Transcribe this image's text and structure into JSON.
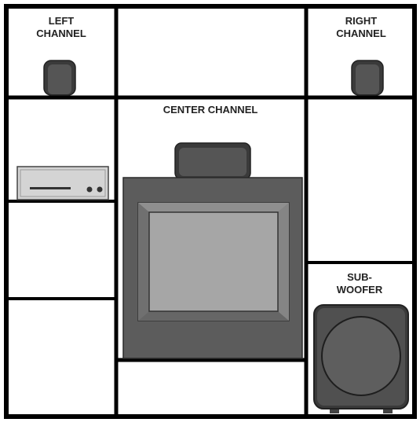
{
  "labels": {
    "left_channel": [
      "LEFT",
      "CHANNEL"
    ],
    "right_channel": [
      "RIGHT",
      "CHANNEL"
    ],
    "center_channel": "CENTER CHANNEL",
    "subwoofer": [
      "SUB-",
      "WOOFER"
    ]
  },
  "colors": {
    "frame": "#000000",
    "speaker": "#4d4d4d",
    "tv_body": "#5c5c5c",
    "tv_screen": "#a6a6a6",
    "receiver": "#d4d4d4",
    "background": "#ffffff"
  }
}
